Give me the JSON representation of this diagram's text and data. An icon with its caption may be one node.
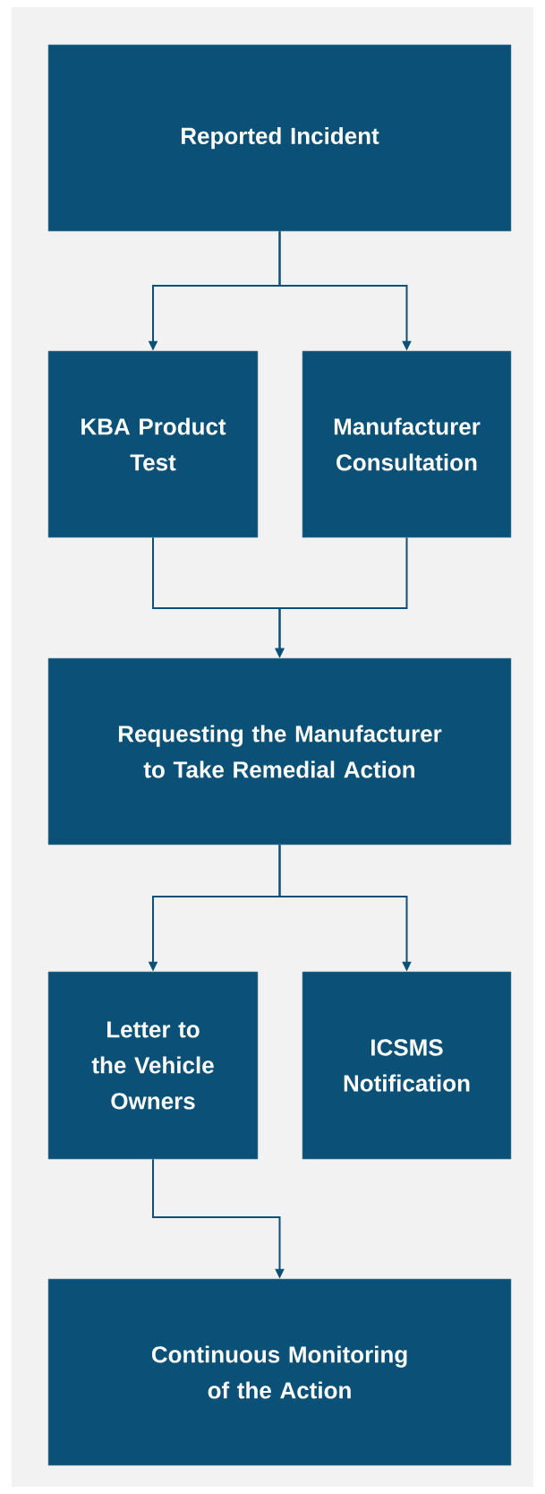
{
  "diagram": {
    "nodes": [
      {
        "text": [
          "Reported Incident"
        ]
      },
      {
        "text": [
          "KBA Product Test"
        ]
      },
      {
        "text": [
          "Manufacturer Consultation"
        ]
      },
      {
        "text": [
          "Requesting the Manufacturer to Take Remedial Action"
        ]
      },
      {
        "text": [
          "Letter to the Vehicle Owners"
        ]
      },
      {
        "text": [
          "ICSMS Notification"
        ]
      },
      {
        "text": [
          "Continuous Monitoring of the Action"
        ]
      }
    ],
    "edges": [
      {
        "from": 0,
        "to": 1,
        "arrow": "to"
      },
      {
        "from": 0,
        "to": 2,
        "arrow": "to"
      },
      {
        "from": 1,
        "to": 3,
        "arrow": "to"
      },
      {
        "from": 2,
        "to": 3,
        "arrow": "to"
      },
      {
        "from": 3,
        "to": 4,
        "arrow": "to"
      },
      {
        "from": 3,
        "to": 5,
        "arrow": "to"
      },
      {
        "from": 4,
        "to": 6,
        "arrow": "to"
      }
    ]
  }
}
